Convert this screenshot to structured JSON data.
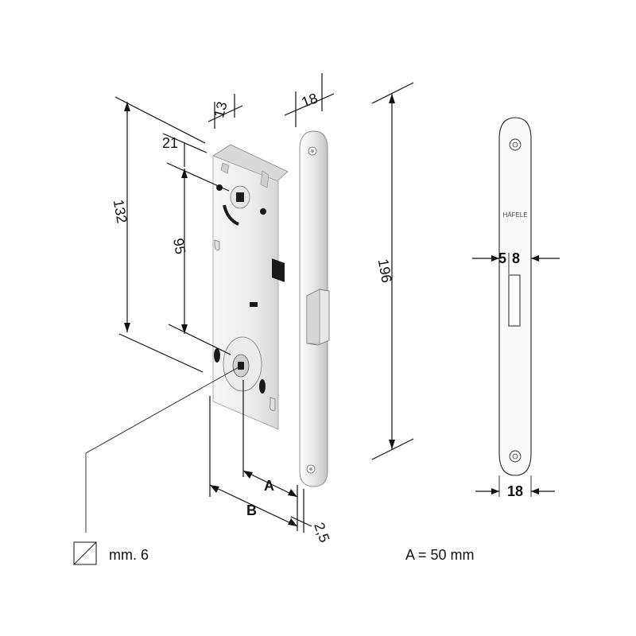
{
  "dimensions": {
    "d13": "13",
    "d18_top": "18",
    "d21": "21",
    "d132": "132",
    "d95": "95",
    "d196": "196",
    "dA": "A",
    "dB": "B",
    "d2_5": "2,5",
    "d5": "5",
    "d8": "8",
    "d18_front": "18"
  },
  "brand": "HÄFELE",
  "spindle_label": "mm. 6",
  "formula": "A = 50 mm",
  "colors": {
    "line": "#111111",
    "metal_light": "#f2f2f2",
    "metal_dark": "#bdbdbd",
    "hole": "#1a1a1a"
  }
}
